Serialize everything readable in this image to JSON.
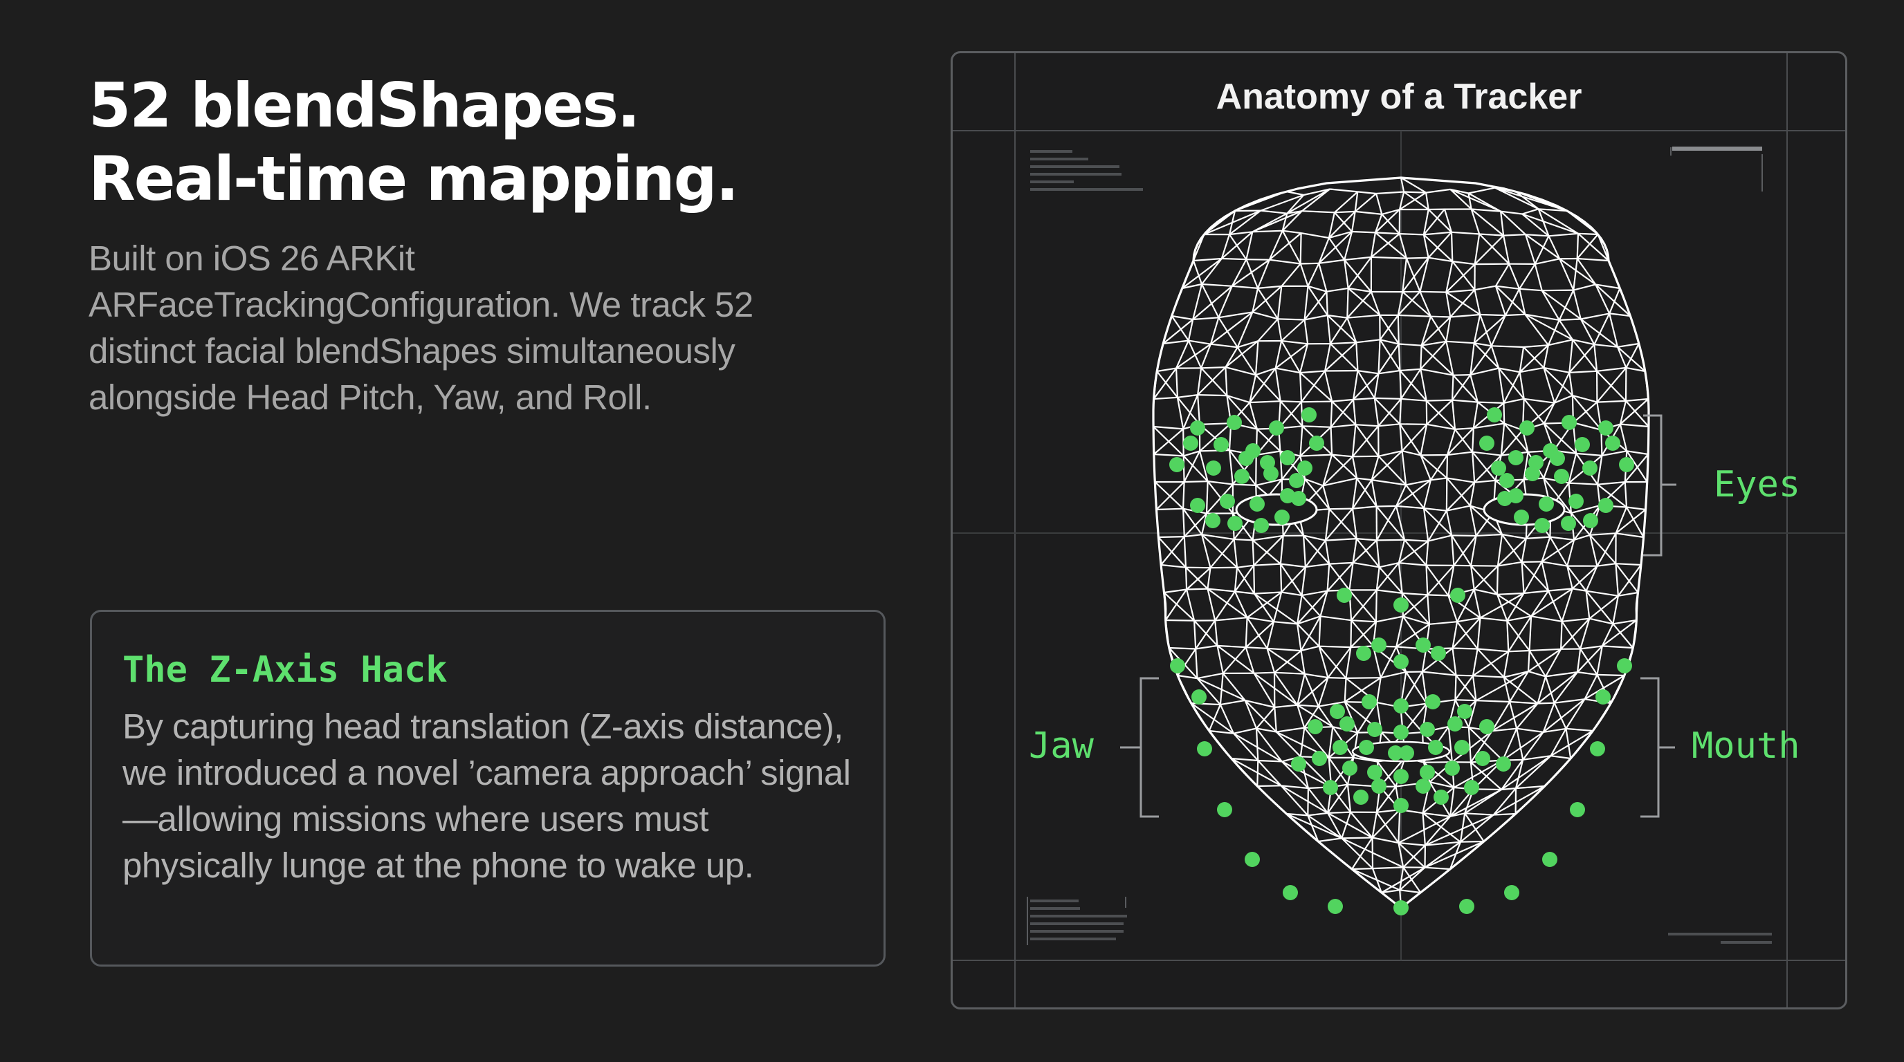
{
  "headline": {
    "line1": "52 blendShapes.",
    "line2": "Real-time mapping."
  },
  "intro": "Built on iOS 26 ARKit ARFaceTrackingConfiguration. We track 52 distinct facial blendShapes simultaneously alongside Head Pitch, Yaw, and Roll.",
  "callout": {
    "title": "The Z-Axis Hack",
    "body": "By capturing head translation (Z-axis distance), we introduced a novel ’camera approach’ signal—allowing missions where users must physically lunge at the phone to wake up."
  },
  "tracker": {
    "title": "Anatomy of a Tracker",
    "labels": {
      "eyes": "Eyes",
      "mouth": "Mouth",
      "jaw": "Jaw"
    }
  },
  "colors": {
    "background": "#1e1e1e",
    "accent_green": "#5ee06e",
    "mesh": "#ffffff",
    "panel_border": "#5b5d60",
    "muted_text": "#a6a6a6"
  }
}
